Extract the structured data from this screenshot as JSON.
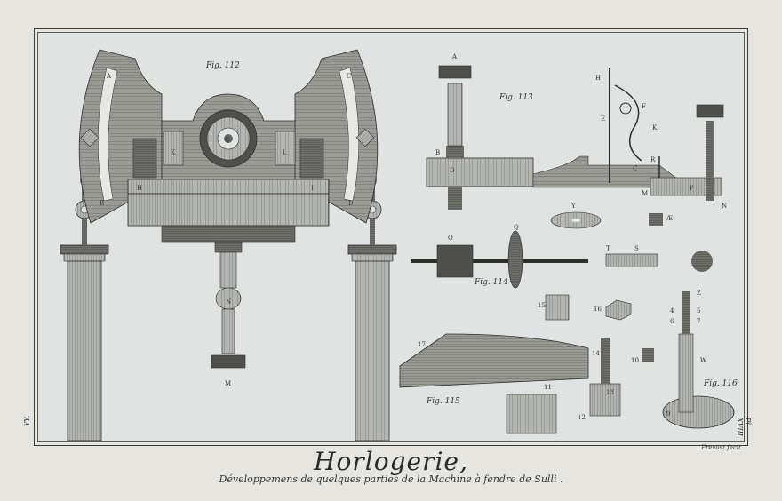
{
  "plate": {
    "title": "Horlogerie,",
    "subtitle": "Développemens de quelques parties de la Machine à fendre de Sulli .",
    "left_margin_mark": "YY.",
    "right_margin_mark": "Pl. XVIII.",
    "engraver": "Prevost fecit"
  },
  "figures": {
    "fig112": "Fig. 112",
    "fig113": "Fig. 113",
    "fig114": "Fig. 114",
    "fig115": "Fig. 115",
    "fig116": "Fig. 116"
  },
  "letters": {
    "A": "A",
    "B": "B",
    "C": "C",
    "D": "D",
    "E": "E",
    "F": "F",
    "G": "G",
    "H": "H",
    "I": "I",
    "K": "K",
    "L": "L",
    "M": "M",
    "N": "N",
    "O": "O",
    "P": "P",
    "Q": "Q",
    "R": "R",
    "S": "S",
    "T": "T",
    "W": "W",
    "Y": "Y",
    "Z": "Z",
    "AE": "Æ",
    "n4": "4",
    "n5": "5",
    "n6": "6",
    "n7": "7",
    "n9": "9",
    "n10": "10",
    "n11": "11",
    "n12": "12",
    "n13": "13",
    "n14": "14",
    "n15": "15",
    "n16": "16",
    "n17": "17"
  },
  "colors": {
    "ink": "#2e2e2b",
    "shade": "#8d8e88",
    "light": "#c9cbc6",
    "paper": "#dfe3e2"
  }
}
